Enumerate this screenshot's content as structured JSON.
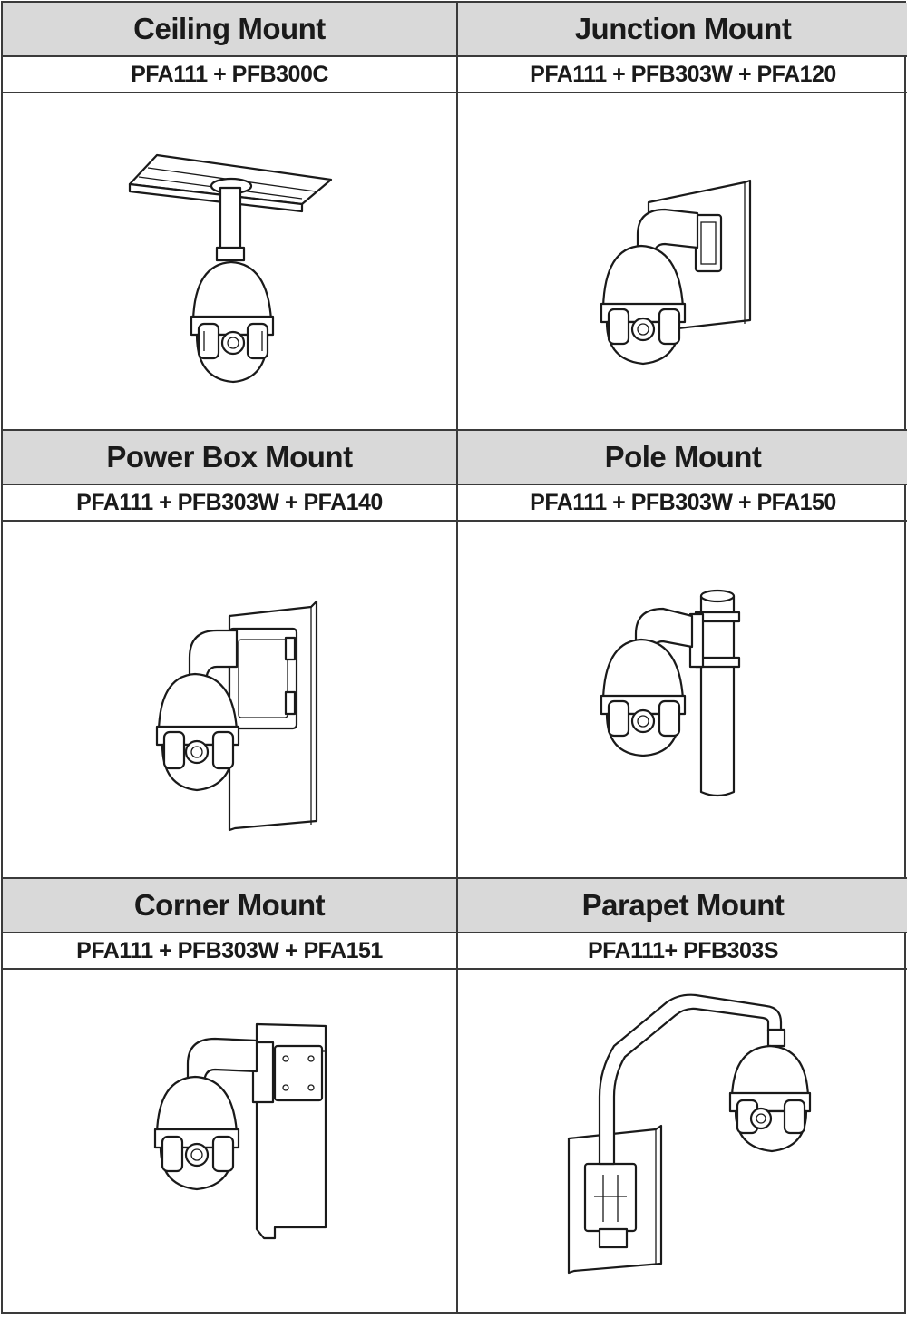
{
  "mounts": [
    {
      "title": "Ceiling Mount",
      "model": "PFA111 + PFB300C",
      "icon": "ceiling-mount-camera-icon"
    },
    {
      "title": "Junction Mount",
      "model": "PFA111 + PFB303W + PFA120",
      "icon": "junction-mount-camera-icon"
    },
    {
      "title": "Power Box Mount",
      "model": "PFA111 + PFB303W + PFA140",
      "icon": "power-box-mount-camera-icon"
    },
    {
      "title": "Pole Mount",
      "model": "PFA111 + PFB303W + PFA150",
      "icon": "pole-mount-camera-icon"
    },
    {
      "title": "Corner Mount",
      "model": "PFA111 + PFB303W + PFA151",
      "icon": "corner-mount-camera-icon"
    },
    {
      "title": "Parapet Mount",
      "model": "PFA111+ PFB303S",
      "icon": "parapet-mount-camera-icon"
    }
  ]
}
